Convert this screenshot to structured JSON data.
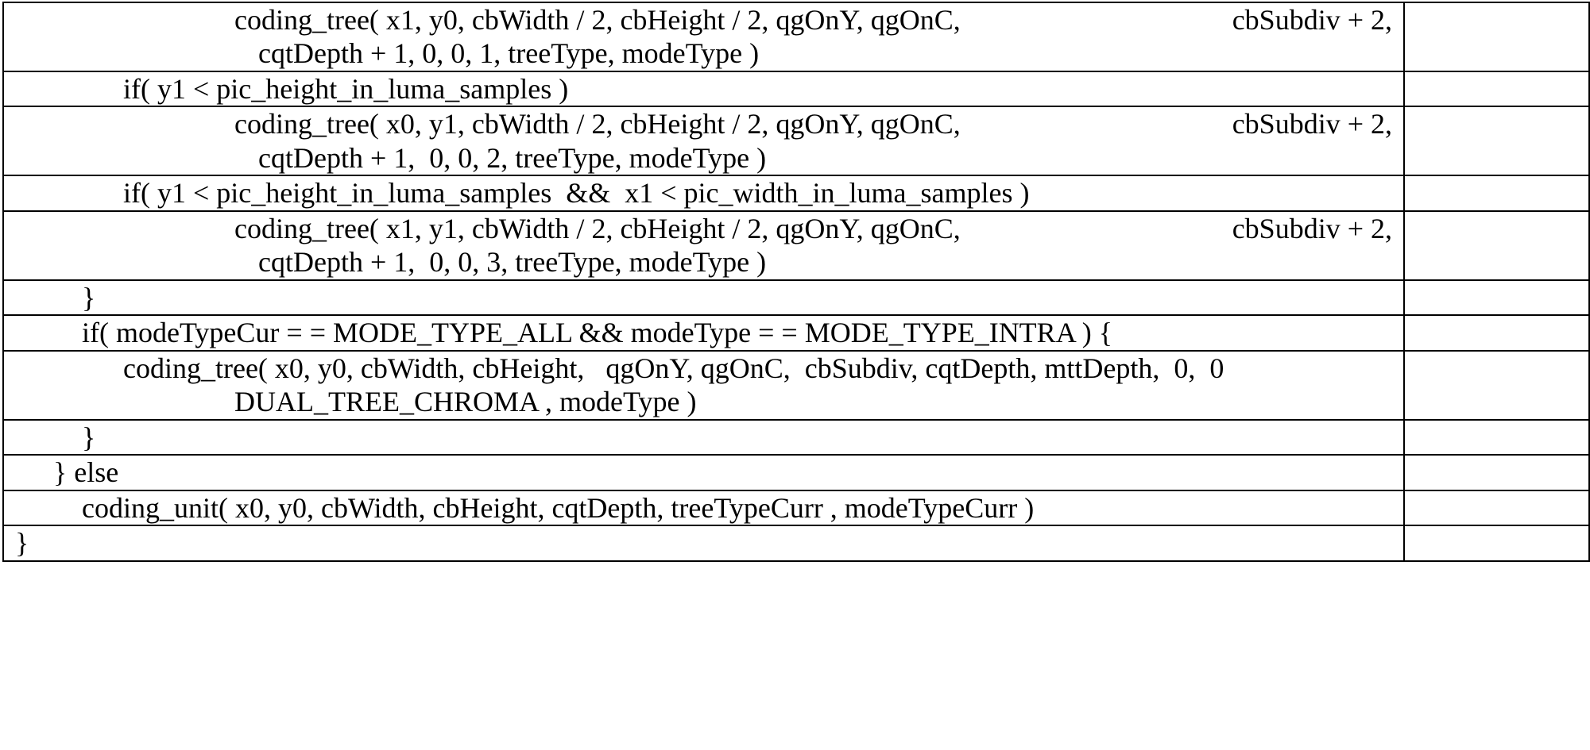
{
  "document": {
    "kind": "syntax-specification-table",
    "columns": [
      "",
      ""
    ],
    "descriptor_column_values": [
      "",
      "",
      "",
      "",
      "",
      "",
      "",
      "",
      "",
      "",
      "",
      ""
    ]
  },
  "rows": [
    {
      "id": "row-coding-tree-x1-y0",
      "lines": [
        {
          "indent": 4,
          "text": "coding_tree( x1, y0, cbWidth / 2, cbHeight / 2, qgOnY, qgOnC,",
          "trailing": "cbSubdiv + 2,"
        },
        {
          "indent": 5,
          "text": "cqtDepth + 1, 0, 0, 1, treeType, modeType )",
          "trailing": ""
        }
      ],
      "descriptor": ""
    },
    {
      "id": "row-if-y1-pic-height",
      "lines": [
        {
          "indent": 3,
          "text": "if( y1 < pic_height_in_luma_samples )",
          "trailing": ""
        }
      ],
      "descriptor": ""
    },
    {
      "id": "row-coding-tree-x0-y1",
      "lines": [
        {
          "indent": 4,
          "text": "coding_tree( x0, y1, cbWidth / 2, cbHeight / 2, qgOnY, qgOnC,",
          "trailing": "cbSubdiv + 2,"
        },
        {
          "indent": 5,
          "text": "cqtDepth + 1,  0, 0, 2, treeType, modeType )",
          "trailing": ""
        }
      ],
      "descriptor": ""
    },
    {
      "id": "row-if-y1-and-x1",
      "lines": [
        {
          "indent": 3,
          "text": "if( y1 < pic_height_in_luma_samples  &&  x1 < pic_width_in_luma_samples )",
          "trailing": ""
        }
      ],
      "descriptor": ""
    },
    {
      "id": "row-coding-tree-x1-y1",
      "lines": [
        {
          "indent": 4,
          "text": "coding_tree( x1, y1, cbWidth / 2, cbHeight / 2, qgOnY, qgOnC,",
          "trailing": "cbSubdiv + 2,"
        },
        {
          "indent": 5,
          "text": "cqtDepth + 1,  0, 0, 3, treeType, modeType )",
          "trailing": ""
        }
      ],
      "descriptor": ""
    },
    {
      "id": "row-close-brace-1",
      "lines": [
        {
          "indent": 2,
          "text": "}",
          "trailing": ""
        }
      ],
      "descriptor": ""
    },
    {
      "id": "row-if-modetypecur",
      "lines": [
        {
          "indent": 2,
          "text": "if( modeTypeCur = = MODE_TYPE_ALL && modeType = = MODE_TYPE_INTRA ) {",
          "trailing": ""
        }
      ],
      "descriptor": ""
    },
    {
      "id": "row-coding-tree-dual-tree-chroma",
      "lines": [
        {
          "indent": 3,
          "text": "coding_tree( x0, y0, cbWidth, cbHeight,   qgOnY, qgOnC,  cbSubdiv, cqtDepth, mttDepth,  0,  0",
          "trailing": ""
        },
        {
          "indent": 4,
          "text": "DUAL_TREE_CHROMA , modeType )",
          "trailing": ""
        }
      ],
      "descriptor": ""
    },
    {
      "id": "row-close-brace-2",
      "lines": [
        {
          "indent": 2,
          "text": "}",
          "trailing": ""
        }
      ],
      "descriptor": ""
    },
    {
      "id": "row-else",
      "lines": [
        {
          "indent": 1,
          "text": "} else",
          "trailing": ""
        }
      ],
      "descriptor": ""
    },
    {
      "id": "row-coding-unit",
      "lines": [
        {
          "indent": 2,
          "text": "coding_unit( x0, y0, cbWidth, cbHeight, cqtDepth, treeTypeCurr , modeTypeCurr )",
          "trailing": ""
        }
      ],
      "descriptor": ""
    },
    {
      "id": "row-close-brace-3",
      "lines": [
        {
          "indent": 0,
          "text": "}",
          "trailing": ""
        }
      ],
      "descriptor": ""
    }
  ]
}
